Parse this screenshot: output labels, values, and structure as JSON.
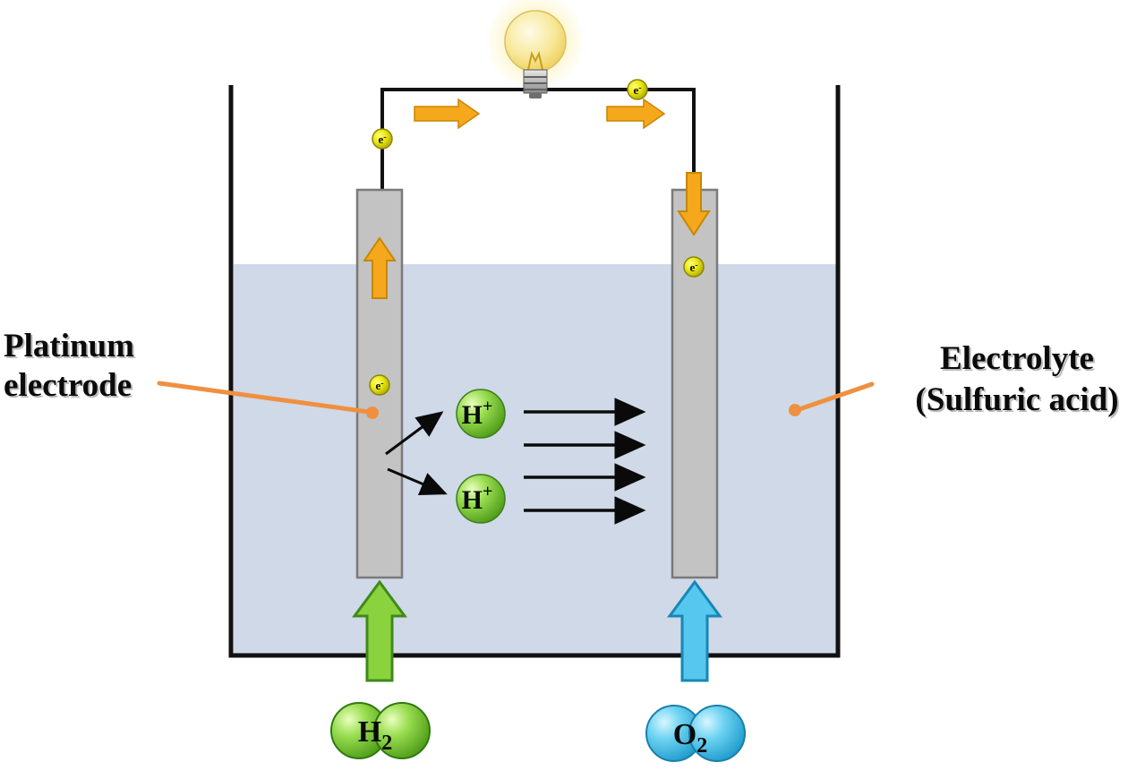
{
  "labels": {
    "platinum": {
      "line1": "Platinum",
      "line2": "electrode"
    },
    "electrolyte": {
      "line1": "Electrolyte",
      "line2": "(Sulfuric acid)"
    }
  },
  "molecules": {
    "h2": {
      "symbol": "H",
      "sub": "2"
    },
    "o2": {
      "symbol": "O",
      "sub": "2"
    },
    "h_ion": {
      "symbol": "H",
      "sup": "+"
    },
    "electron": {
      "symbol": "e",
      "sup": "-"
    }
  },
  "colors": {
    "electrolyte_fill": "#cfd9e7",
    "electrode_fill": "#c3c3c3",
    "electrode_border": "#7a7a7a",
    "orange_arrow": "#f5a81c",
    "green_arrow": "#8bd23f",
    "cyan_arrow": "#56c8ef",
    "electron_yellow": "#e8e40c",
    "pointer_orange": "#ef9040",
    "bulb_yellow": "#f2d049",
    "wire_black": "#111111"
  }
}
